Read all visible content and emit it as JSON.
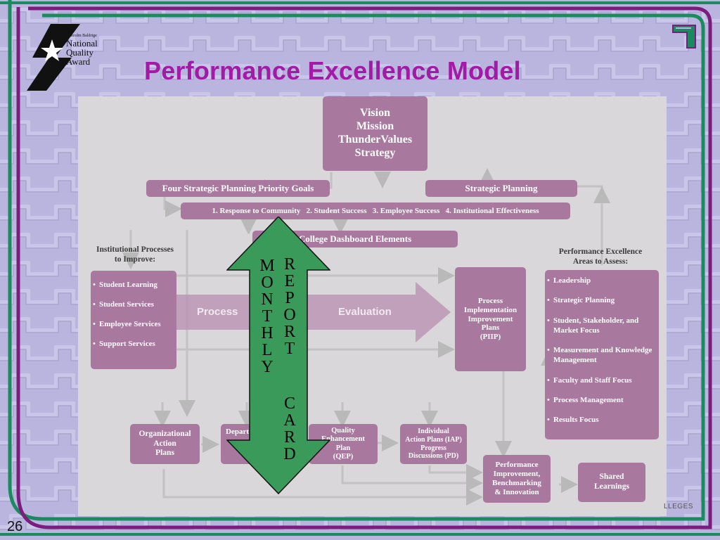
{
  "slide": {
    "title": "Performance Excellence Model",
    "page_number": "26",
    "colleges_text": "LLEGES",
    "logo": {
      "small": "Malcolm Baldrige",
      "line1": "National",
      "line2": "Quality",
      "line3": "Award",
      "icon": "baldrige-star-icon"
    },
    "corner_logo_icon": "college-corner-icon"
  },
  "colors": {
    "background": "#b7b3de",
    "frame_green": "#1a8a5e",
    "frame_purple": "#7a1d7e",
    "title": "#a21aa6",
    "box": "#a8789e",
    "diagram_bg": "#d9d7d9",
    "report_arrow": "#3a9a5a"
  },
  "diagram": {
    "vision": [
      "Vision",
      "Mission",
      "ThunderValues",
      "Strategy"
    ],
    "four_goals": "Four Strategic Planning Priority Goals",
    "strategic_planning": "Strategic Planning",
    "goals_row": "1. Response to Community   2. Student Success   3. Employee Success   4. Institutional Effectiveness",
    "dashboard": "College Dashboard Elements",
    "inst_processes_label": [
      "Institutional Processes",
      "to Improve:"
    ],
    "inst_processes": [
      "Student Learning",
      "Student Services",
      "Employee Services",
      "Support Services"
    ],
    "process_label": "Process",
    "evaluation_label": "Evaluation",
    "piip": [
      "Process",
      "Implementation",
      "Improvement",
      "Plans",
      "(PIIP)"
    ],
    "areas_label": [
      "Performance Excellence",
      "Areas to Assess:"
    ],
    "areas": [
      "Leadership",
      "Strategic Planning",
      "Student, Stakeholder, and Market Focus",
      "Measurement and Knowledge Management",
      "Faculty and Staff Focus",
      "Process Management",
      "Results Focus"
    ],
    "org_action": [
      "Organizational",
      "Action",
      "Plans"
    ],
    "dept_partial": "Depart",
    "qep": [
      "Quality",
      "Enhancement",
      "Plan",
      "(QEP)"
    ],
    "iap": [
      "Individual",
      "Action Plans (IAP)",
      "Progress",
      "Discussions (PD)"
    ],
    "perf_improvement": [
      "Performance",
      "Improvement,",
      "Benchmarking",
      "& Innovation"
    ],
    "shared_learnings": [
      "Shared",
      "Learnings"
    ]
  },
  "report_card": {
    "monthly": [
      "M",
      "O",
      "N",
      "T",
      "H",
      "L",
      "Y"
    ],
    "report": [
      "R",
      "E",
      "P",
      "O",
      "R",
      "T"
    ],
    "card": [
      "C",
      "A",
      "R",
      "D"
    ]
  }
}
